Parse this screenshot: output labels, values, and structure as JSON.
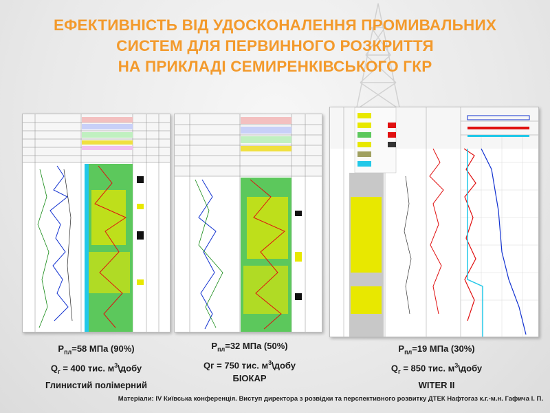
{
  "title": {
    "line1": "ЕФЕКТИВНІСТЬ ВІД УДОСКОНАЛЕННЯ ПРОМИВАЛЬНИХ",
    "line2": "СИСТЕМ ДЛЯ ПЕРВИННОГО РОЗКРИТТЯ",
    "line3": "НА ПРИКЛАДІ СЕМИРЕНКІВСЬКОГО ГКР"
  },
  "captions": [
    {
      "p_label": "P",
      "p_sub": "пл",
      "p_value": "=58 МПа (90%)",
      "q_label": "Q",
      "q_sub": "г",
      "q_value": " = 400 тис. м",
      "q_sup": "3",
      "q_unit": "\\добу",
      "fluid": "Глинистий полімерний"
    },
    {
      "p_label": "P",
      "p_sub": "пл",
      "p_value": "=32 МПа (50%)",
      "q_label": "Qг",
      "q_sub": "",
      "q_value": " = 750 тис. м",
      "q_sup": "3",
      "q_unit": "\\добу",
      "fluid": "БІОКАР"
    },
    {
      "p_label": "P",
      "p_sub": "пл",
      "p_value": "=19 МПа (30%)",
      "q_label": "Q",
      "q_sub": "г",
      "q_value": " = 850 тис. м",
      "q_sup": "3",
      "q_unit": "\\добу",
      "fluid": "WITER II"
    }
  ],
  "footer": "Матеріали: IV Київська конференція. Виступ директора з розвідки та перспективного розвитку ДТЕК Нафтогаз к.г.-м.н. Гафича І. П.",
  "colors": {
    "title": "#f39a2c",
    "log_yellow": "#e8e800",
    "log_green": "#5cc85c",
    "log_cyan": "#22c8e8",
    "log_red": "#e01010",
    "log_blue": "#1030d0"
  },
  "icons": {
    "background": "drilling-rig-icon"
  }
}
